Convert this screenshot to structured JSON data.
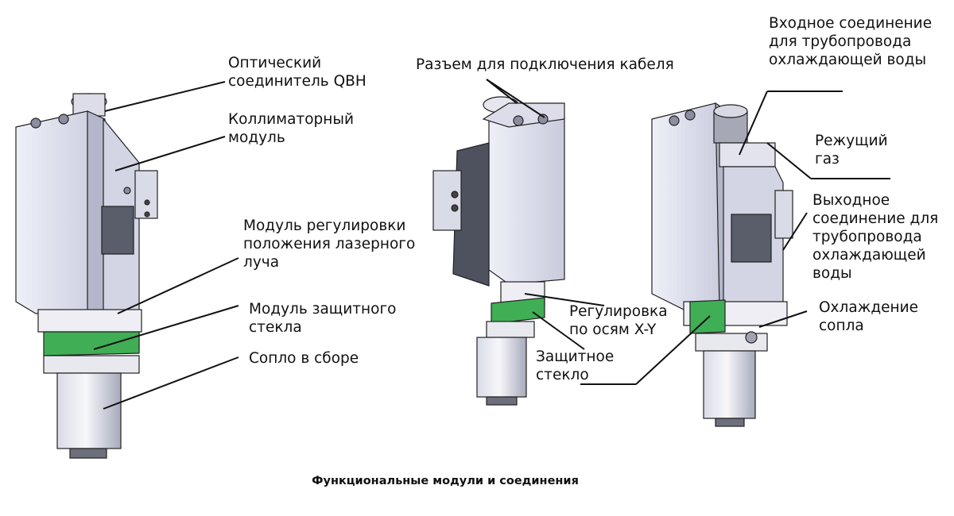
{
  "labels": {
    "qbh_connector": "Оптический\nсоединитель QBH",
    "collimator_module": "Коллиматорный\nмодуль",
    "beam_adjust_module": "Модуль регулировки\nположения лазерного\nлуча",
    "protective_glass_module": "Модуль защитного\nстекла",
    "nozzle_assembly": "Сопло в сборе",
    "cable_connector": "Разъем для подключения кабеля",
    "xy_adjust": "Регулировка\nпо осям X-Y",
    "protective_glass": "Защитное\nстекло",
    "water_inlet": "Входное соединение\nдля трубопровода\nохлаждающей воды",
    "cutting_gas": "Режущий\nгаз",
    "water_outlet": "Выходное\nсоединение для\nтрубопровода\nохлаждающей\nводы",
    "nozzle_cooling": "Охлаждение\nсопла"
  },
  "caption": "Функциональные модули и соединения",
  "colors": {
    "body": "#e3e4f0",
    "body_dark": "#b9bccf",
    "green_band": "#3fae55",
    "line": "#111111"
  }
}
